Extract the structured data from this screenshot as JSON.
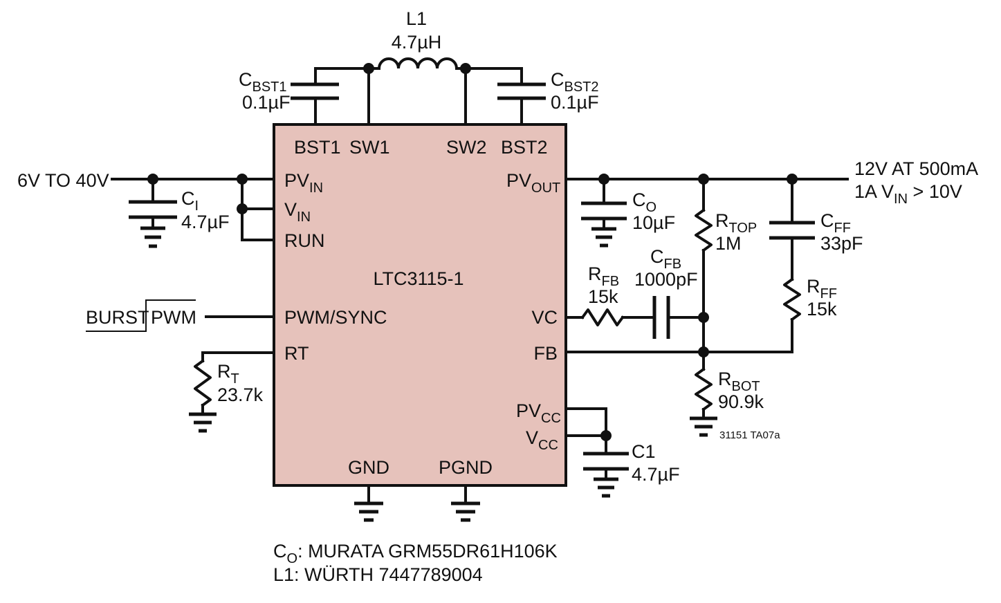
{
  "ic": {
    "name": "LTC3115-1",
    "fill": "#e6c2bb",
    "pins": {
      "bst1": "BST1",
      "sw1": "SW1",
      "sw2": "SW2",
      "bst2": "BST2",
      "pvin": "PV",
      "pvin_sub": "IN",
      "vin": "V",
      "vin_sub": "IN",
      "run": "RUN",
      "pwmsync": "PWM/SYNC",
      "rt": "RT",
      "gnd": "GND",
      "pgnd": "PGND",
      "pvout": "PV",
      "pvout_sub": "OUT",
      "vc": "VC",
      "fb": "FB",
      "pvcc": "PV",
      "pvcc_sub": "CC",
      "vcc": "V",
      "vcc_sub": "CC"
    }
  },
  "input": {
    "label": "6V TO 40V"
  },
  "output": {
    "line1": "12V AT 500mA",
    "line2_pre": "1A V",
    "line2_sub": "IN",
    "line2_post": " > 10V"
  },
  "burst": {
    "left": "BURST",
    "right": "PWM"
  },
  "components": {
    "l1": {
      "name": "L1",
      "value": "4.7µH"
    },
    "cbst1": {
      "name": "C",
      "sub": "BST1",
      "value": "0.1µF"
    },
    "cbst2": {
      "name": "C",
      "sub": "BST2",
      "value": "0.1µF"
    },
    "ci": {
      "name": "C",
      "sub": "I",
      "value": "4.7µF"
    },
    "co": {
      "name": "C",
      "sub": "O",
      "value": "10µF"
    },
    "rtop": {
      "name": "R",
      "sub": "TOP",
      "value": "1M"
    },
    "cff": {
      "name": "C",
      "sub": "FF",
      "value": "33pF"
    },
    "rff": {
      "name": "R",
      "sub": "FF",
      "value": "15k"
    },
    "cfb": {
      "name": "C",
      "sub": "FB",
      "value": "1000pF"
    },
    "rfb": {
      "name": "R",
      "sub": "FB",
      "value": "15k"
    },
    "rbot": {
      "name": "R",
      "sub": "BOT",
      "value": "90.9k"
    },
    "rt": {
      "name": "R",
      "sub": "T",
      "value": "23.7k"
    },
    "c1": {
      "name": "C1",
      "value": "4.7µF"
    }
  },
  "figure_id": "31151 TA07a",
  "notes": {
    "note1_pre": "C",
    "note1_sub": "O",
    "note1_post": ": MURATA GRM55DR61H106K",
    "note2": "L1: WÜRTH 7447789004"
  }
}
